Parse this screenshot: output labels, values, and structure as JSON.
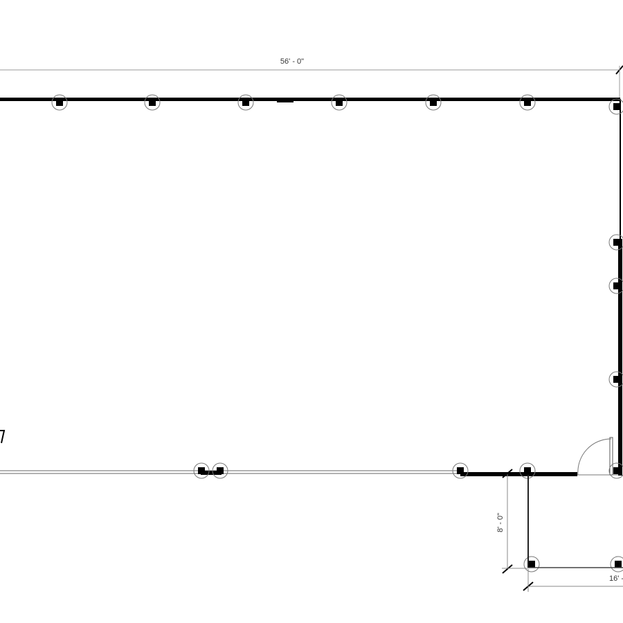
{
  "dimensions": {
    "overall_width": "56' - 0\"",
    "porch_depth": "8' - 0\"",
    "porch_width": "16' -"
  },
  "colors": {
    "wall": "#000000",
    "dimension_line": "#888888",
    "column_circle": "#777777"
  }
}
